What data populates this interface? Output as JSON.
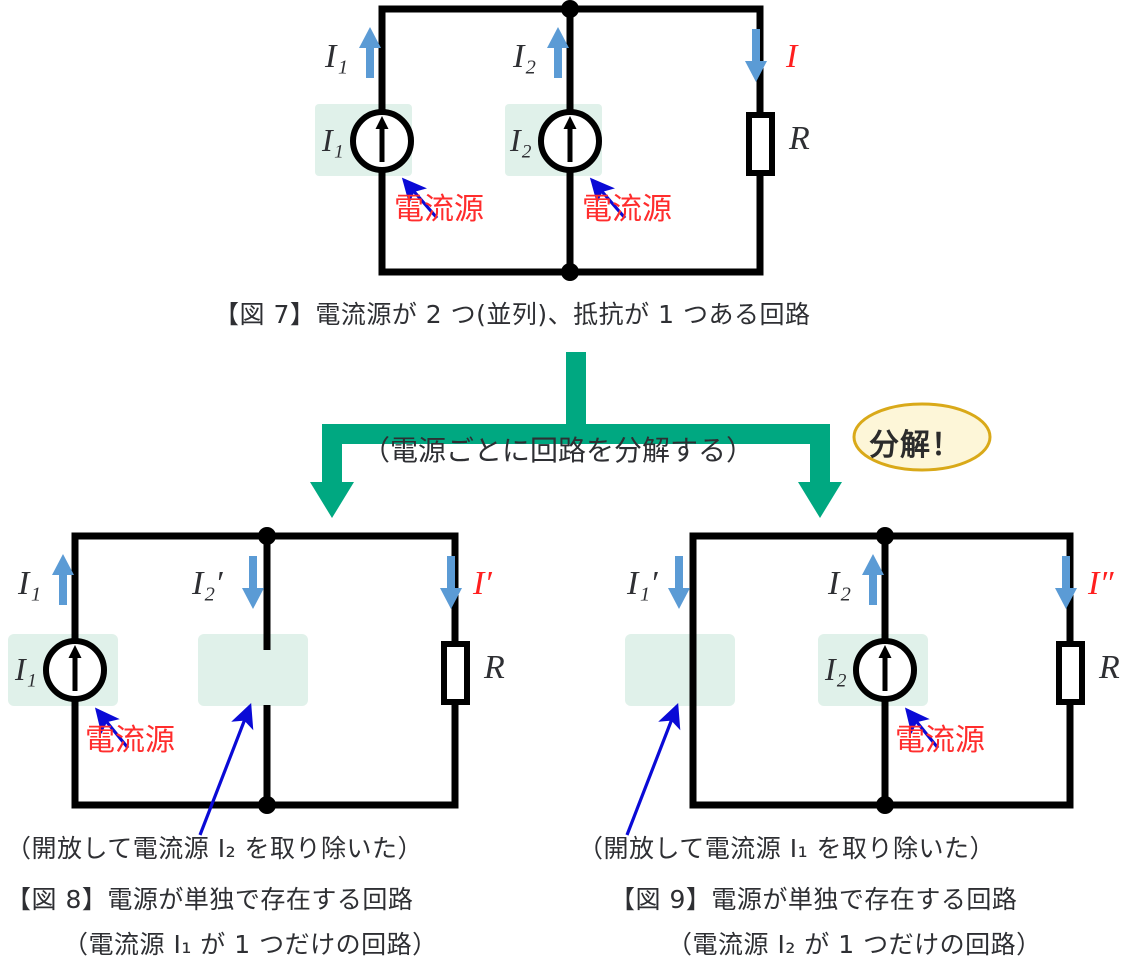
{
  "figure7": {
    "id": "fig7",
    "currents": {
      "left_branch": "I₁",
      "middle_branch": "I₂",
      "resistor_branch": "I"
    },
    "sources": [
      {
        "label": "I₁",
        "annotation": "電流源"
      },
      {
        "label": "I₂",
        "annotation": "電流源"
      }
    ],
    "resistor_label": "R",
    "caption": "【図 7】電流源が 2 つ(並列)、抵抗が 1 つある回路"
  },
  "transition": {
    "note": "（電源ごとに回路を分解する）",
    "badge": "分解！",
    "arrow_color": "#00a881",
    "badge_fill": "#fdf6d8",
    "badge_stroke": "#d9a919"
  },
  "figure8": {
    "id": "fig8",
    "currents": {
      "left_branch": "I₁",
      "middle_branch": "I₂′",
      "resistor_branch": "I′"
    },
    "sources": [
      {
        "label": "I₁",
        "annotation": "電流源"
      }
    ],
    "resistor_label": "R",
    "open_note": "（開放して電流源 I₂ を取り除いた）",
    "caption_line1": "【図 8】電源が単独で存在する回路",
    "caption_line2": "（電流源 I₁ が 1 つだけの回路）"
  },
  "figure9": {
    "id": "fig9",
    "currents": {
      "left_branch": "I₁′",
      "middle_branch": "I₂",
      "resistor_branch": "I″"
    },
    "sources": [
      {
        "label": "I₂",
        "annotation": "電流源"
      }
    ],
    "resistor_label": "R",
    "open_note": "（開放して電流源 I₁ を取り除いた）",
    "caption_line1": "【図 9】電源が単独で存在する回路",
    "caption_line2": "（電流源 I₂ が 1 つだけの回路）"
  },
  "colors": {
    "wire": "#000000",
    "current_arrow": "#5b9bd5",
    "highlight_box": "#e0f1ea",
    "pointer_arrow": "#0a0ad6",
    "annotation_text": "#ff2d2d",
    "math_text": "#2e2f33",
    "accent_red": "#ff1f1f",
    "green_arrow": "#00a881"
  }
}
